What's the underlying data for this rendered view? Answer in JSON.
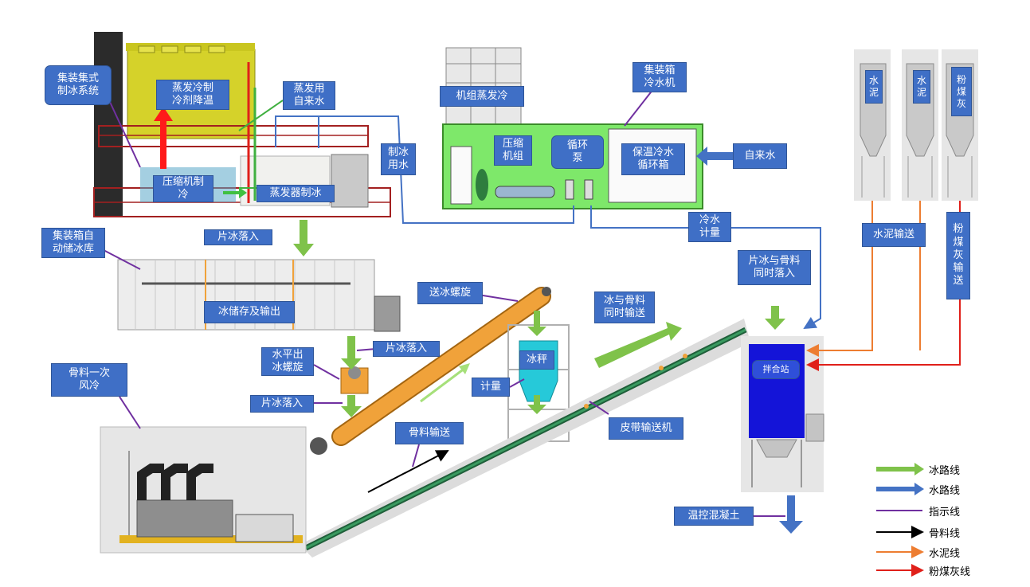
{
  "colors": {
    "ice": "#7fc24a",
    "water": "#4472c4",
    "indicator": "#7030a0",
    "aggregate": "#000000",
    "cement": "#ed7d31",
    "flyash": "#e0201a",
    "label_bg": "#3f6fc6",
    "ice_maker_yellow": "#d5d22a",
    "chiller_green": "#7ee86a",
    "auger_orange": "#f0a23a",
    "scale_cyan": "#26c9d9",
    "mixer_blue": "#1414d8"
  },
  "labels": {
    "ice_system": "集装集式\n制冰系统",
    "evap_refrigerant": "蒸发冷制\n冷剂降温",
    "evap_tap_water": "蒸发用\n自来水",
    "compressor": "压缩机制\n冷",
    "evaporator_ice": "蒸发器制冰",
    "ice_water": "制冰\n用水",
    "unit_evap": "机组蒸发冷",
    "container_chiller": "集装箱\n冷水机",
    "comp_unit": "压缩\n机组",
    "circ_pump": "循环\n泵",
    "insulated_tank": "保温冷水\n循环箱",
    "tap_water": "自来水",
    "cold_water_meter": "冷水\n计量",
    "flake_fall_1": "片冰落入",
    "container_store": "集装箱自\n动储冰库",
    "ice_storage": "冰储存及输出",
    "ice_auger": "送冰螺旋",
    "flake_fall_2": "片冰落入",
    "horiz_auger": "水平出\n冰螺旋",
    "flake_fall_3": "片冰落入",
    "ice_scale": "冰秤",
    "metering": "计量",
    "ice_agg_convey": "冰与骨料\n同时输送",
    "flake_agg_fall": "片冰与骨料\n同时落入",
    "agg_cooling": "骨料一次\n风冷",
    "agg_convey": "骨料输送",
    "belt_conveyor": "皮带输送机",
    "mixing_station": "拌合站",
    "temp_concrete": "温控混凝土",
    "silo_cement_1": "水\n泥",
    "silo_cement_2": "水\n泥",
    "silo_flyash": "粉\n煤\n灰",
    "cement_convey": "水泥输送",
    "flyash_convey": "粉\n煤\n灰\n输\n送"
  },
  "legend": [
    {
      "label": "冰路线",
      "color": "#7fc24a",
      "style": "fat"
    },
    {
      "label": "水路线",
      "color": "#4472c4",
      "style": "fat"
    },
    {
      "label": "指示线",
      "color": "#7030a0",
      "style": "line"
    },
    {
      "label": "骨料线",
      "color": "#000000",
      "style": "arrow"
    },
    {
      "label": "水泥线",
      "color": "#ed7d31",
      "style": "arrow"
    },
    {
      "label": "粉煤灰线",
      "color": "#e0201a",
      "style": "arrow"
    }
  ]
}
